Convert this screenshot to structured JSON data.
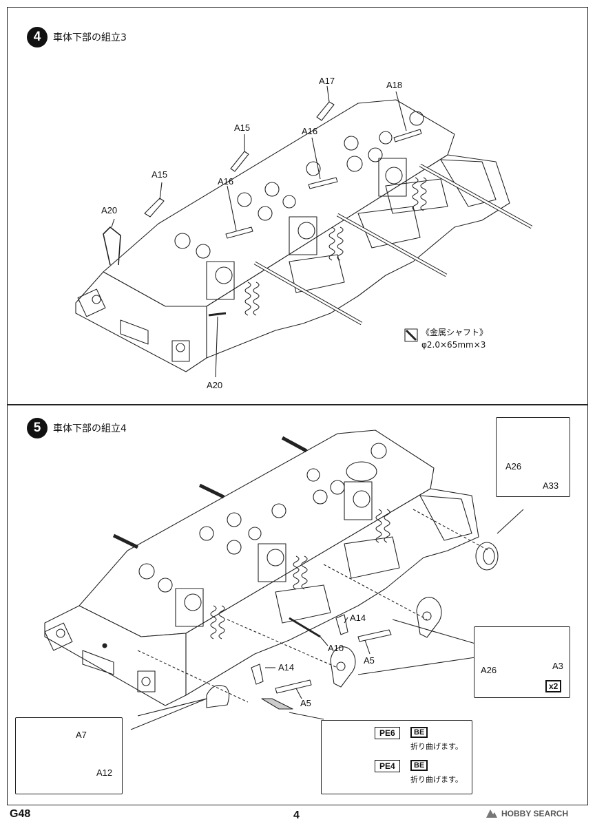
{
  "step4": {
    "number": "4",
    "title": "車体下部の組立3",
    "labels": {
      "a17": "A17",
      "a18": "A18",
      "a15_upper": "A15",
      "a16_upper": "A16",
      "a15_left": "A15",
      "a16_left": "A16",
      "a20_top": "A20",
      "a20_bottom": "A20"
    },
    "shaft_note_title": "《金属シャフト》",
    "shaft_note_spec": "φ2.0×65mm×3"
  },
  "step5": {
    "number": "5",
    "title": "車体下部の組立4",
    "labels": {
      "a26_top": "A26",
      "a33": "A33",
      "a14_right": "A14",
      "a10": "A10",
      "a5_right": "A5",
      "a14_left": "A14",
      "a5_left": "A5",
      "a26_mid": "A26",
      "a3": "A3",
      "multiplier": "x2",
      "a7": "A7",
      "a12": "A12"
    },
    "pe_box": {
      "pe6": "PE6",
      "pe4": "PE4",
      "be": "BE",
      "bend_note": "折り曲げます。"
    }
  },
  "footer": {
    "code": "G48",
    "page": "4",
    "logo": "HOBBY SEARCH"
  }
}
